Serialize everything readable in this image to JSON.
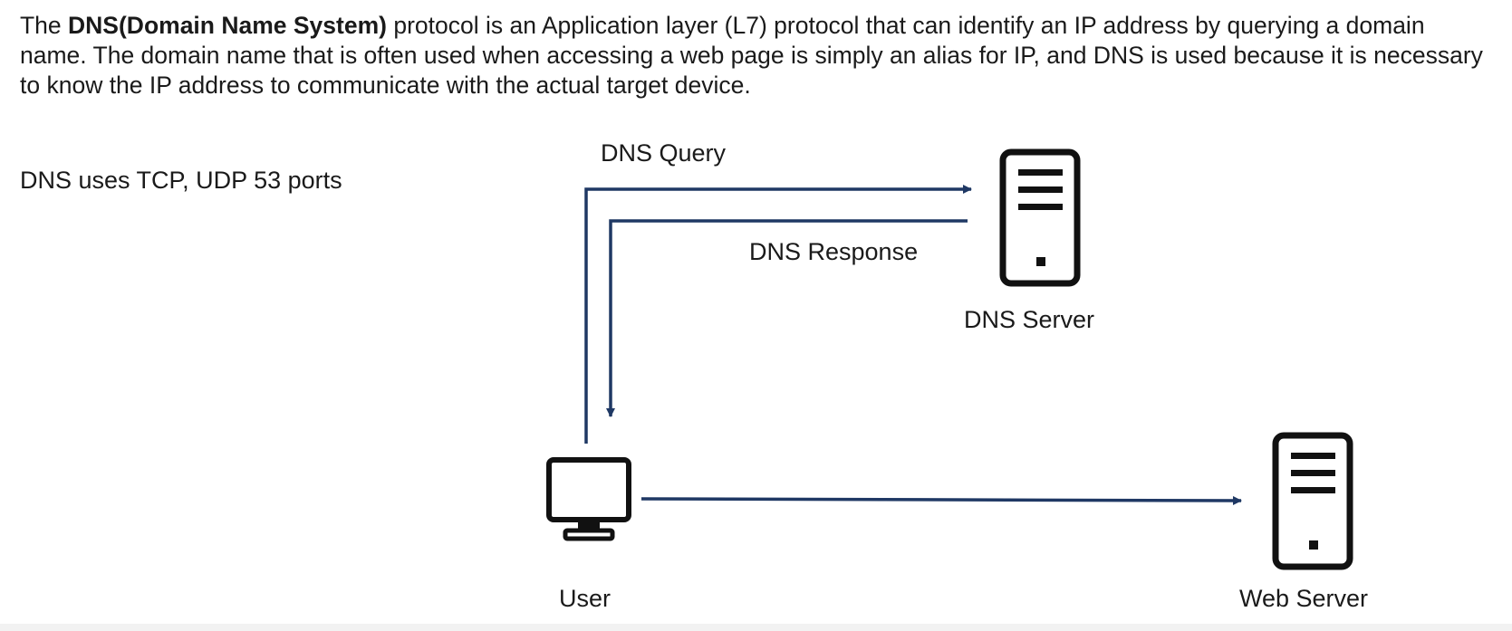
{
  "intro": {
    "prefix": "The ",
    "bold": "DNS(Domain Name System)",
    "suffix": " protocol is an Application layer (L7) protocol that can identify an IP address by querying a domain name. The domain name that is often used when accessing a web page is simply an alias for IP, and DNS is used because it is necessary to know the IP address to communicate with the actual target device."
  },
  "note": "DNS uses TCP, UDP 53 ports",
  "diagram": {
    "query_label": "DNS Query",
    "response_label": "DNS Response",
    "dns_server_label": "DNS Server",
    "user_label": "User",
    "web_server_label": "Web Server",
    "arrow_color": "#1f3864",
    "icon_color": "#111111",
    "nodes": [
      {
        "id": "dns-server",
        "icon": "server-icon"
      },
      {
        "id": "user",
        "icon": "monitor-icon"
      },
      {
        "id": "web-server",
        "icon": "server-icon"
      }
    ]
  }
}
